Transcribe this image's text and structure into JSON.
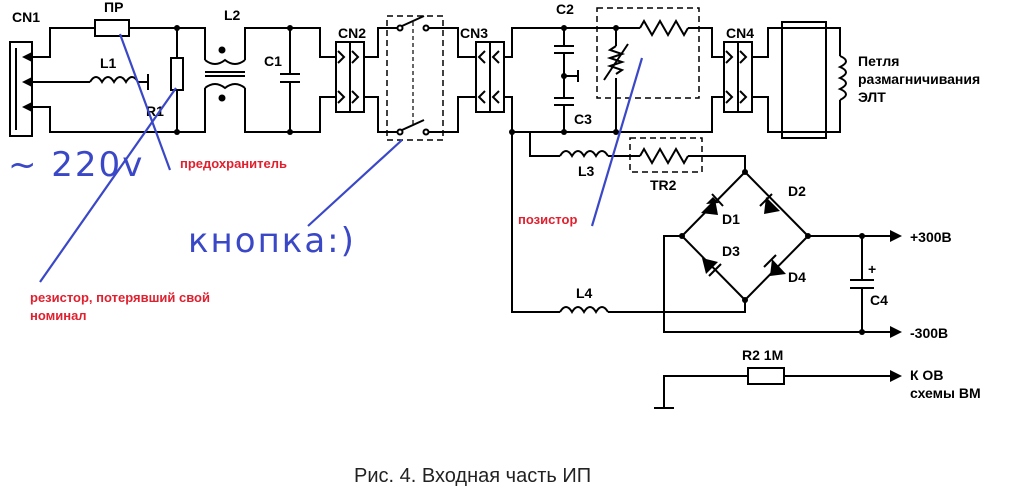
{
  "labels": {
    "cn1": "CN1",
    "pr": "ПР",
    "l2": "L2",
    "l1": "L1",
    "r1": "R1",
    "c1": "C1",
    "cn2": "CN2",
    "cn3": "CN3",
    "c2": "C2",
    "c3": "C3",
    "cn4": "CN4",
    "loop_line1": "Петля",
    "loop_line2": "размагничивания",
    "loop_line3": "ЭЛТ",
    "l3": "L3",
    "tr2": "TR2",
    "d1": "D1",
    "d2": "D2",
    "d3": "D3",
    "d4": "D4",
    "plus300": "+300В",
    "minus300": "-300В",
    "c4": "C4",
    "c4_plus": "+",
    "l4": "L4",
    "r2": "R2 1M",
    "kov1": "К ОВ",
    "kov2": "схемы ВМ"
  },
  "annotations": {
    "fuse": "предохранитель",
    "posistor": "позистор",
    "resistor_line1": "резистор, потерявший свой",
    "resistor_line2": "номинал",
    "hand_220": "~ 220v",
    "hand_button": "кнопка:)"
  },
  "caption": "Рис. 4. Входная часть ИП",
  "colors": {
    "wire": "#000000",
    "annotation_red": "#e0202e",
    "annotation_blue": "#3a48c8"
  }
}
